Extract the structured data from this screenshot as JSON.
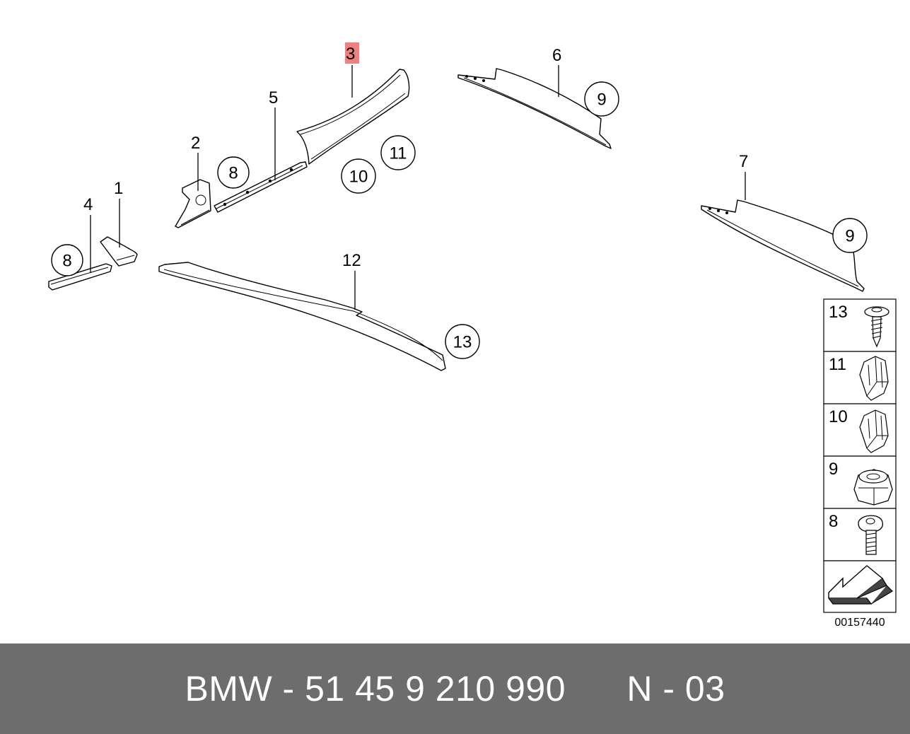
{
  "diagram": {
    "callouts": {
      "p1": "1",
      "p2": "2",
      "p3": "3",
      "p4": "4",
      "p5": "5",
      "p6": "6",
      "p7": "7",
      "p12": "12"
    },
    "circled": {
      "c8a": "8",
      "c8b": "8",
      "c9a": "9",
      "c9b": "9",
      "c10": "10",
      "c11": "11",
      "c13": "13"
    },
    "highlight_color": "#f08080",
    "legend": [
      {
        "number": "13",
        "icon": "screw-icon"
      },
      {
        "number": "11",
        "icon": "clip-icon"
      },
      {
        "number": "10",
        "icon": "clip-icon"
      },
      {
        "number": "9",
        "icon": "nut-icon"
      },
      {
        "number": "8",
        "icon": "bolt-icon"
      }
    ],
    "reference_code": "00157440"
  },
  "footer": {
    "brand": "BMW",
    "part_number": "51 45 9 210 990",
    "position": "N - 03"
  }
}
